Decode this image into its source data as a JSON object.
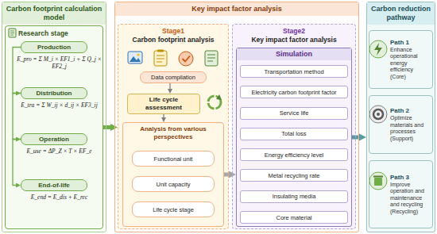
{
  "diagram": {
    "nodes": [
      {
        "text": [
          "Carbon footprint calculation model"
        ]
      },
      {
        "text": [
          "Research stage"
        ],
        "in": 0
      },
      {
        "text": [
          "Production"
        ],
        "in": 1
      },
      {
        "text": [
          "Distribution"
        ],
        "in": 1
      },
      {
        "text": [
          "Operation"
        ],
        "in": 1
      },
      {
        "text": [
          "End-of-life"
        ],
        "in": 1
      },
      {
        "text": [
          "Key impact factor analysis"
        ]
      },
      {
        "text": [
          "Stage1",
          "Carbon footprint analysis"
        ],
        "in": 6
      },
      {
        "text": [
          "Data compilation"
        ],
        "in": 7
      },
      {
        "text": [
          "Life cycle assessment"
        ],
        "in": 7
      },
      {
        "text": [
          "Analysis from various perspectives"
        ],
        "in": 7
      },
      {
        "text": [
          "Functional unit"
        ],
        "in": 10
      },
      {
        "text": [
          "Unit capacity"
        ],
        "in": 10
      },
      {
        "text": [
          "Life cycle stage"
        ],
        "in": 10
      },
      {
        "text": [
          "Stage2",
          "Key impact factor analysis"
        ],
        "in": 6
      },
      {
        "text": [
          "Simulation"
        ],
        "in": 14
      },
      {
        "text": [
          "Transportation method"
        ],
        "in": 15
      },
      {
        "text": [
          "Electricity carbon footprint factor"
        ],
        "in": 15
      },
      {
        "text": [
          "Service life"
        ],
        "in": 15
      },
      {
        "text": [
          "Total loss"
        ],
        "in": 15
      },
      {
        "text": [
          "Energy efficiency level"
        ],
        "in": 15
      },
      {
        "text": [
          "Metal recycling rate"
        ],
        "in": 15
      },
      {
        "text": [
          "Insulating media"
        ],
        "in": 15
      },
      {
        "text": [
          "Core material"
        ],
        "in": 15
      },
      {
        "text": [
          "Carbon reduction pathway"
        ]
      },
      {
        "text": [
          "Path 1",
          "Enhance operational energy efficiency (Core)"
        ],
        "in": 24
      },
      {
        "text": [
          "Path 2",
          "Optimize materials and processes (Support)"
        ],
        "in": 24
      },
      {
        "text": [
          "Path 3",
          "Improve operation and maintenance and recycling (Recycling)"
        ],
        "in": 24
      }
    ],
    "edges": [
      {
        "from": 2,
        "to": 3,
        "arrow": "to"
      },
      {
        "from": 3,
        "to": 4,
        "arrow": "to"
      },
      {
        "from": 4,
        "to": 5,
        "arrow": "to"
      },
      {
        "from": 1,
        "to": 7,
        "arrow": "to"
      },
      {
        "from": 8,
        "to": 9,
        "arrow": "to"
      },
      {
        "from": 9,
        "to": 10,
        "arrow": "to"
      },
      {
        "from": 10,
        "to": 15,
        "arrow": "to"
      },
      {
        "from": 15,
        "to": 24,
        "arrow": "to"
      }
    ],
    "labels": [
      "E_pro = Σ M_i × EF1_i + Σ Q_j × EF2_j",
      "E_tra = Σ W_ij × d_ij × EF3_ij",
      "E_use = ΔP_Z × T × EF_e",
      "E_end = E_dis + E_rec"
    ]
  }
}
